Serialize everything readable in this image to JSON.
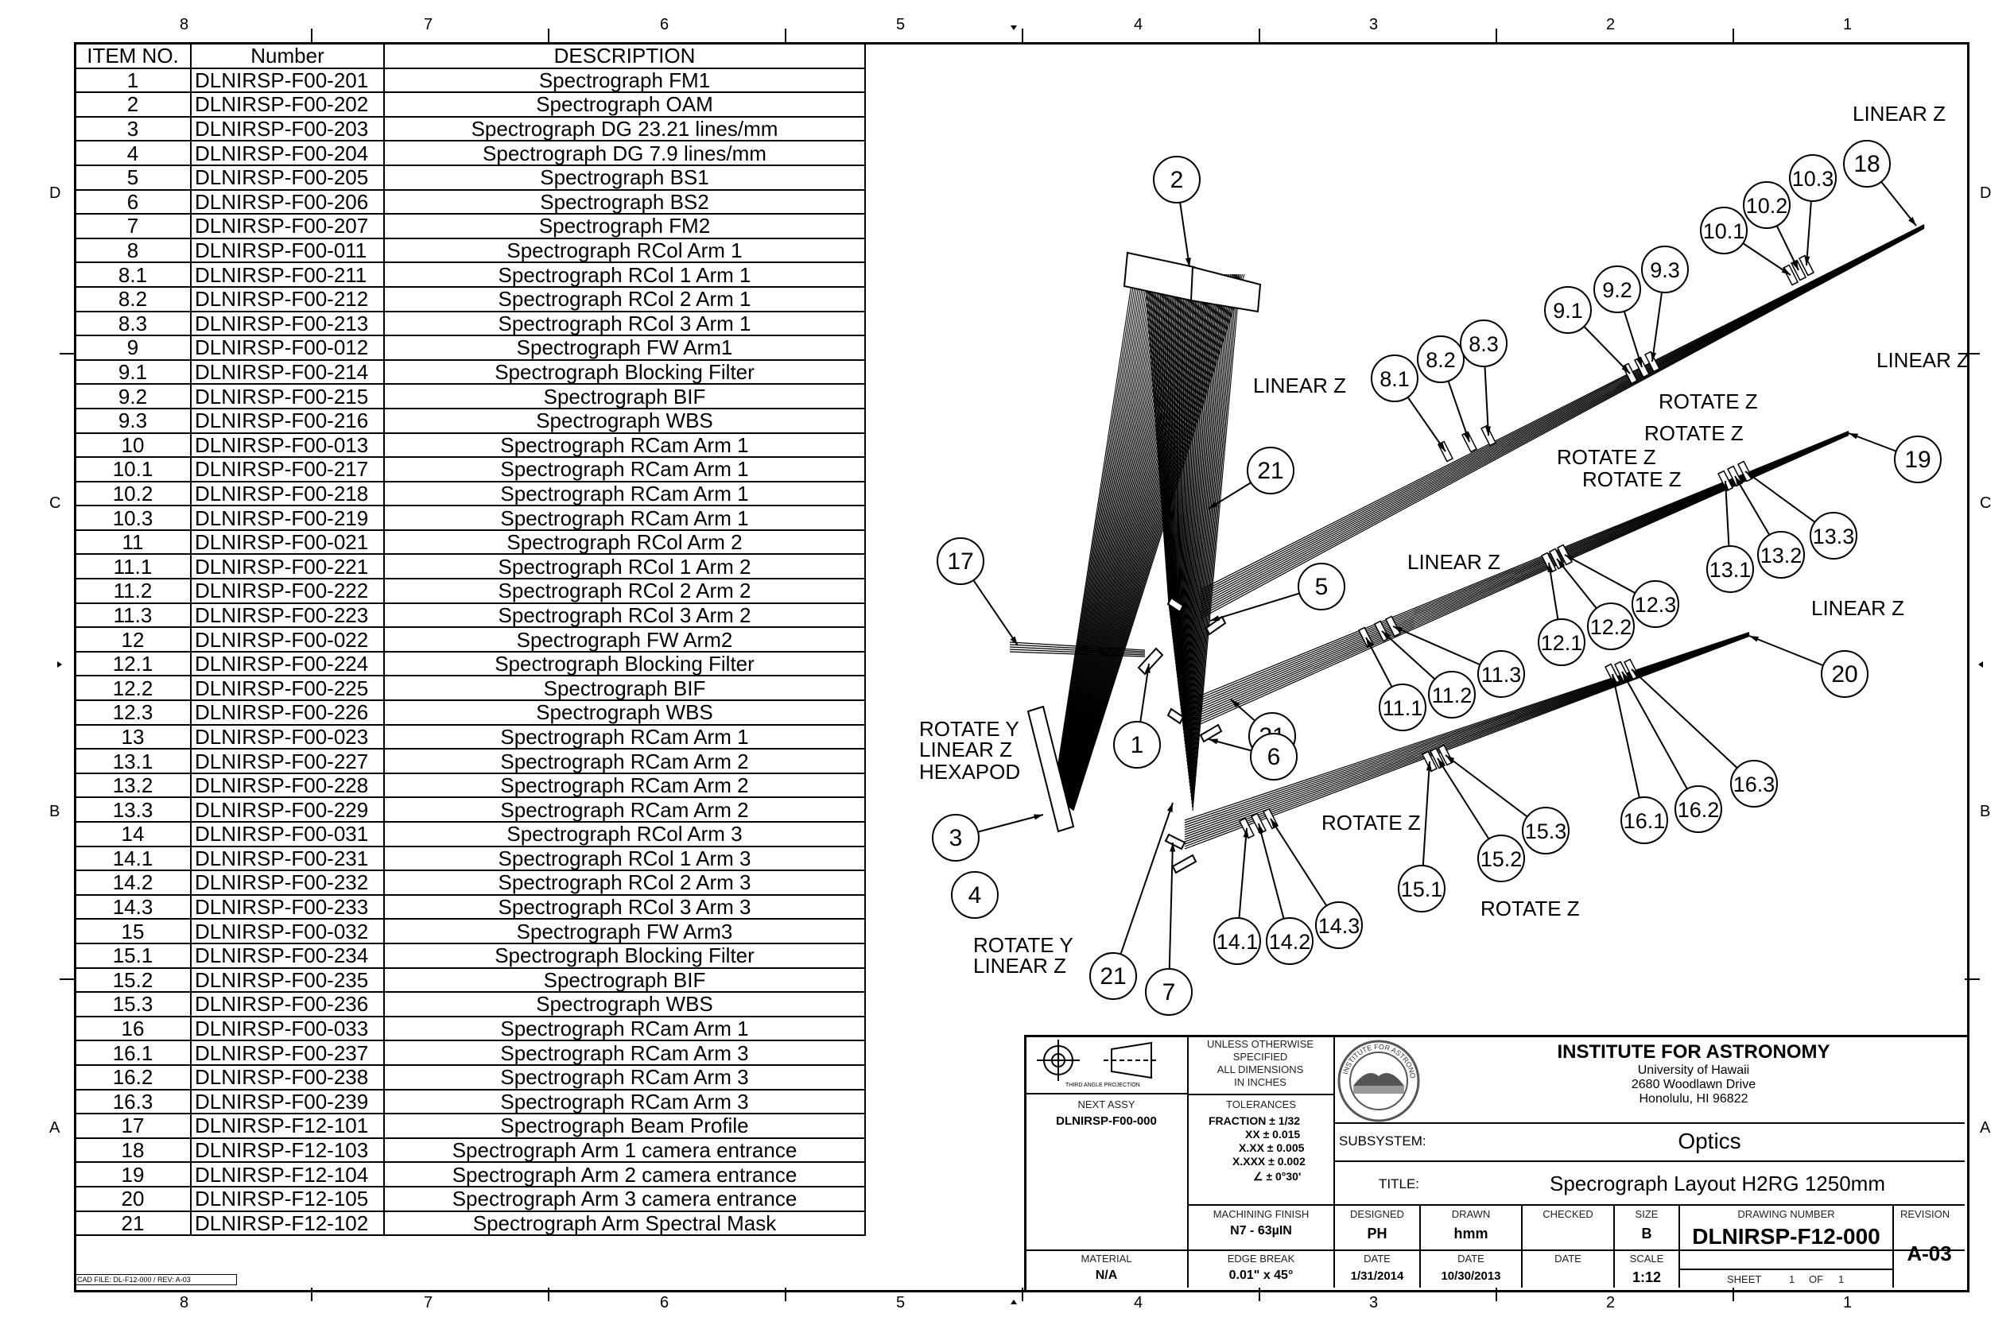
{
  "zones": {
    "columns": [
      "8",
      "7",
      "6",
      "5",
      "4",
      "3",
      "2",
      "1"
    ],
    "rows": [
      "D",
      "C",
      "B",
      "A"
    ]
  },
  "bom": {
    "headers": [
      "ITEM NO.",
      "Number",
      "DESCRIPTION"
    ],
    "rows": [
      [
        "1",
        "DLNIRSP-F00-201",
        "Spectrograph FM1"
      ],
      [
        "2",
        "DLNIRSP-F00-202",
        "Spectrograph OAM"
      ],
      [
        "3",
        "DLNIRSP-F00-203",
        "Spectrograph DG 23.21 lines/mm"
      ],
      [
        "4",
        "DLNIRSP-F00-204",
        "Spectrograph DG 7.9 lines/mm"
      ],
      [
        "5",
        "DLNIRSP-F00-205",
        "Spectrograph BS1"
      ],
      [
        "6",
        "DLNIRSP-F00-206",
        "Spectrograph BS2"
      ],
      [
        "7",
        "DLNIRSP-F00-207",
        "Spectrograph FM2"
      ],
      [
        "8",
        "DLNIRSP-F00-011",
        "Spectrograph RCol Arm 1"
      ],
      [
        "8.1",
        "DLNIRSP-F00-211",
        "Spectrograph RCol 1 Arm 1"
      ],
      [
        "8.2",
        "DLNIRSP-F00-212",
        "Spectrograph RCol 2 Arm 1"
      ],
      [
        "8.3",
        "DLNIRSP-F00-213",
        "Spectrograph RCol 3 Arm 1"
      ],
      [
        "9",
        "DLNIRSP-F00-012",
        "Spectrograph FW Arm1"
      ],
      [
        "9.1",
        "DLNIRSP-F00-214",
        "Spectrograph Blocking Filter"
      ],
      [
        "9.2",
        "DLNIRSP-F00-215",
        "Spectrograph BIF"
      ],
      [
        "9.3",
        "DLNIRSP-F00-216",
        "Spectrograph WBS"
      ],
      [
        "10",
        "DLNIRSP-F00-013",
        "Spectrograph RCam Arm 1"
      ],
      [
        "10.1",
        "DLNIRSP-F00-217",
        "Spectrograph RCam Arm 1"
      ],
      [
        "10.2",
        "DLNIRSP-F00-218",
        "Spectrograph RCam Arm 1"
      ],
      [
        "10.3",
        "DLNIRSP-F00-219",
        "Spectrograph RCam Arm 1"
      ],
      [
        "11",
        "DLNIRSP-F00-021",
        "Spectrograph RCol Arm 2"
      ],
      [
        "11.1",
        "DLNIRSP-F00-221",
        "Spectrograph RCol 1 Arm 2"
      ],
      [
        "11.2",
        "DLNIRSP-F00-222",
        "Spectrograph RCol 2 Arm 2"
      ],
      [
        "11.3",
        "DLNIRSP-F00-223",
        "Spectrograph RCol 3 Arm 2"
      ],
      [
        "12",
        "DLNIRSP-F00-022",
        "Spectrograph FW Arm2"
      ],
      [
        "12.1",
        "DLNIRSP-F00-224",
        "Spectrograph Blocking Filter"
      ],
      [
        "12.2",
        "DLNIRSP-F00-225",
        "Spectrograph BIF"
      ],
      [
        "12.3",
        "DLNIRSP-F00-226",
        "Spectrograph WBS"
      ],
      [
        "13",
        "DLNIRSP-F00-023",
        "Spectrograph RCam Arm 1"
      ],
      [
        "13.1",
        "DLNIRSP-F00-227",
        "Spectrograph RCam Arm 2"
      ],
      [
        "13.2",
        "DLNIRSP-F00-228",
        "Spectrograph RCam Arm 2"
      ],
      [
        "13.3",
        "DLNIRSP-F00-229",
        "Spectrograph RCam Arm 2"
      ],
      [
        "14",
        "DLNIRSP-F00-031",
        "Spectrograph RCol Arm 3"
      ],
      [
        "14.1",
        "DLNIRSP-F00-231",
        "Spectrograph RCol 1 Arm 3"
      ],
      [
        "14.2",
        "DLNIRSP-F00-232",
        "Spectrograph RCol 2 Arm 3"
      ],
      [
        "14.3",
        "DLNIRSP-F00-233",
        "Spectrograph RCol 3 Arm 3"
      ],
      [
        "15",
        "DLNIRSP-F00-032",
        "Spectrograph FW Arm3"
      ],
      [
        "15.1",
        "DLNIRSP-F00-234",
        "Spectrograph Blocking Filter"
      ],
      [
        "15.2",
        "DLNIRSP-F00-235",
        "Spectrograph BIF"
      ],
      [
        "15.3",
        "DLNIRSP-F00-236",
        "Spectrograph WBS"
      ],
      [
        "16",
        "DLNIRSP-F00-033",
        "Spectrograph RCam Arm 1"
      ],
      [
        "16.1",
        "DLNIRSP-F00-237",
        "Spectrograph RCam Arm 3"
      ],
      [
        "16.2",
        "DLNIRSP-F00-238",
        "Spectrograph RCam Arm 3"
      ],
      [
        "16.3",
        "DLNIRSP-F00-239",
        "Spectrograph RCam Arm 3"
      ],
      [
        "17",
        "DLNIRSP-F12-101",
        "Spectrograph Beam Profile"
      ],
      [
        "18",
        "DLNIRSP-F12-103",
        "Spectrograph Arm 1 camera entrance"
      ],
      [
        "19",
        "DLNIRSP-F12-104",
        "Spectrograph Arm 2 camera entrance"
      ],
      [
        "20",
        "DLNIRSP-F12-105",
        "Spectrograph Arm 3 camera entrance"
      ],
      [
        "21",
        "DLNIRSP-F12-102",
        "Spectrograph Arm Spectral Mask"
      ]
    ]
  },
  "drawing": {
    "balloons": [
      "2",
      "17",
      "1",
      "3",
      "4",
      "7",
      "21",
      "21",
      "21",
      "5",
      "6",
      "8.1",
      "8.2",
      "8.3",
      "9.1",
      "9.2",
      "9.3",
      "10.1",
      "10.2",
      "10.3",
      "18",
      "19",
      "13.1",
      "13.2",
      "13.3",
      "12.1",
      "12.2",
      "12.3",
      "11.1",
      "11.2",
      "11.3",
      "20",
      "16.1",
      "16.2",
      "16.3",
      "15.1",
      "15.2",
      "15.3",
      "14.1",
      "14.2",
      "14.3"
    ],
    "callouts": {
      "linear_z": "LINEAR Z",
      "rotate_z": "ROTATE Z",
      "rotate_y": "ROTATE Y",
      "hexapod": "HEXAPOD"
    }
  },
  "title_block": {
    "projection_label": "THIRD ANGLE PROJECTION",
    "dims_note": [
      "UNLESS OTHERWISE",
      "SPECIFIED",
      "ALL DIMENSIONS",
      "IN INCHES"
    ],
    "tolerances_label": "TOLERANCES",
    "tolerances": [
      "FRACTION ± 1/32",
      "XX ± 0.015",
      "X.XX ± 0.005",
      "X.XXX ± 0.002",
      "∠ ± 0°30'"
    ],
    "next_assy_label": "NEXT ASSY",
    "next_assy": "DLNIRSP-F00-000",
    "org_name": "INSTITUTE FOR ASTRONOMY",
    "org_address": [
      "University of Hawaii",
      "2680 Woodlawn Drive",
      "Honolulu, HI 96822"
    ],
    "logo_text": "INSTITUTE FOR ASTRONOMY",
    "subsystem_label": "SUBSYSTEM:",
    "subsystem": "Optics",
    "title_label": "TITLE:",
    "title": "Specrograph Layout H2RG 1250mm",
    "machining_label": "MACHINING FINISH",
    "machining": "N7 - 63µIN",
    "edge_label": "EDGE BREAK",
    "edge": "0.01\" x 45°",
    "material_label": "MATERIAL",
    "material": "N/A",
    "designed_label": "DESIGNED",
    "designed": "PH",
    "drawn_label": "DRAWN",
    "drawn": "hmm",
    "checked_label": "CHECKED",
    "checked": "",
    "date_label": "DATE",
    "designed_date": "1/31/2014",
    "drawn_date": "10/30/2013",
    "checked_date": "",
    "size_label": "SIZE",
    "size": "B",
    "scale_label": "SCALE",
    "scale": "1:12",
    "drawing_number_label": "DRAWING NUMBER",
    "drawing_number": "DLNIRSP-F12-000",
    "sheet_label": "SHEET",
    "sheet": "1",
    "of_label": "OF",
    "of": "1",
    "revision_label": "REVISION",
    "revision": "A-03"
  },
  "cad_file": "CAD FILE: DL-F12-000 / REV: A-03"
}
